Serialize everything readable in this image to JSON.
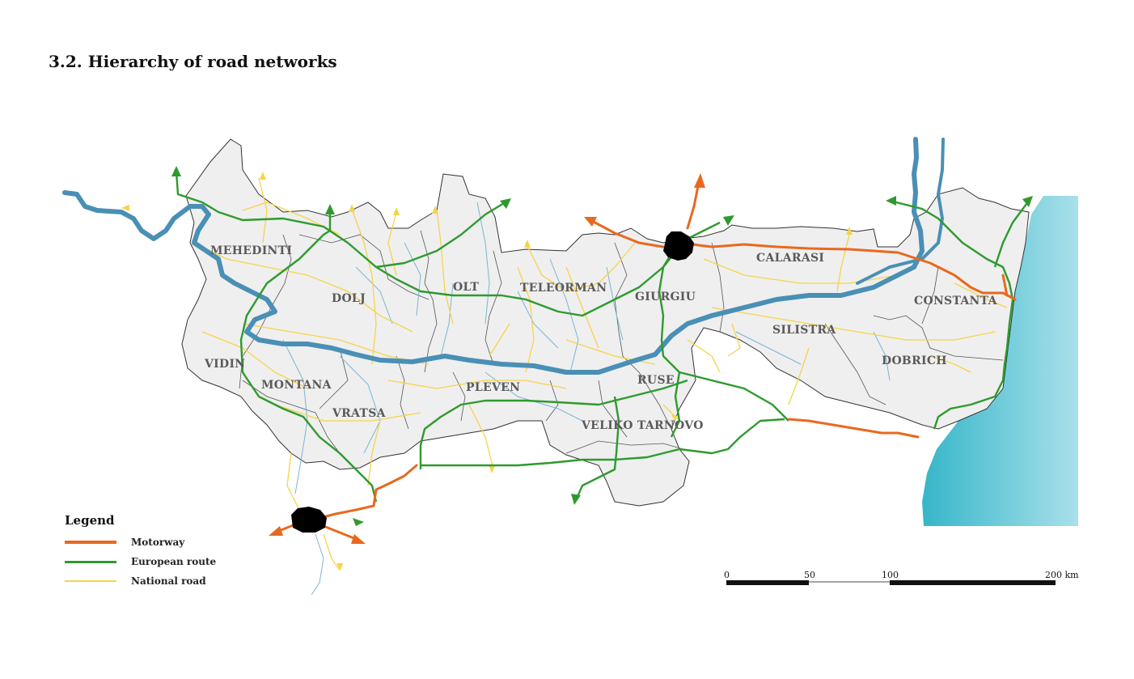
{
  "heading": "3.2. Hierarchy of road networks",
  "regions": [
    "MEHEDINTI",
    "DOLJ",
    "OLT",
    "TELEORMAN",
    "GIURGIU",
    "CALARASI",
    "CONSTANTA",
    "VIDIN",
    "MONTANA",
    "VRATSA",
    "PLEVEN",
    "VELIKO TARNOVO",
    "RUSE",
    "SILISTRA",
    "DOBRICH"
  ],
  "legend": {
    "title": "Legend",
    "items": [
      {
        "label": "Motorway",
        "color": "#e8691e"
      },
      {
        "label": "European route",
        "color": "#2e9a2e"
      },
      {
        "label": "National road",
        "color": "#f5d44a"
      }
    ]
  },
  "scale_bar": {
    "ticks": [
      "0",
      "50",
      "100",
      "200 km"
    ],
    "max_km": 200
  },
  "colors": {
    "land": "#efefef",
    "border": "#444444",
    "river": "#4a8fb5",
    "stream": "#7ab6d6",
    "sea": "#4fc3d4",
    "city": "#000000"
  }
}
